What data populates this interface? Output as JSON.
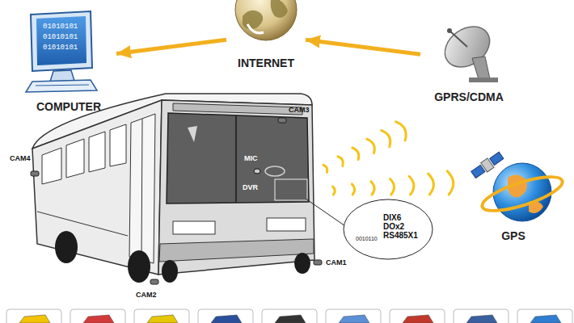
{
  "diagram": {
    "nodes": [
      {
        "text": [
          "COMPUTER"
        ]
      },
      {
        "text": [
          "INTERNET"
        ]
      },
      {
        "text": [
          "GPRS/CDMA"
        ]
      },
      {
        "text": [
          "GPS"
        ]
      },
      {
        "text": [
          "DIX6 DOx2 RS485X1",
          "0010110"
        ]
      }
    ],
    "edges": [
      {
        "from": 2,
        "to": 1,
        "arrow": "to"
      },
      {
        "from": 1,
        "to": 0,
        "arrow": "to"
      }
    ],
    "labels": [
      "01010101",
      "01010101",
      "01010101",
      "CAM3",
      "CAM4",
      "MIC",
      "DVR",
      "CAM1",
      "CAM2"
    ]
  }
}
